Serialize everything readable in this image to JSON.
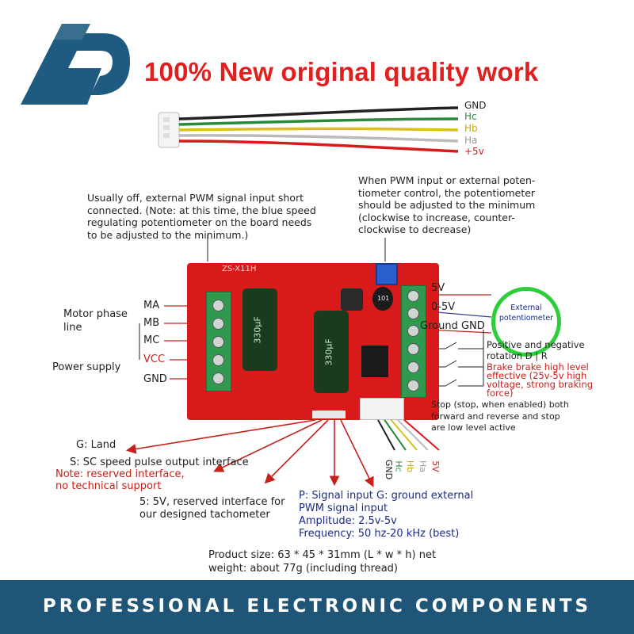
{
  "header": {
    "headline": "100% New original quality work"
  },
  "wires": [
    "GND",
    "Hc",
    "Hb",
    "Ha",
    "+5v"
  ],
  "wire_colors": {
    "GND": "#222222",
    "Hc": "#2a8a3a",
    "Hb": "#d8c21a",
    "Ha": "#bbbbbb",
    "+5v": "#d81a1a"
  },
  "notes": {
    "pwm_short_1": "Usually off, external PWM signal input short",
    "pwm_short_2": "connected. (Note: at this time, the blue speed",
    "pwm_short_3": "regulating potentiometer on the board needs",
    "pwm_short_4": "to be adjusted to the minimum.)",
    "pot_1": "When PWM input or external poten-",
    "pot_2": "tiometer control, the potentiometer",
    "pot_3": "should be adjusted to the minimum",
    "pot_4": "(clockwise to increase, counter-",
    "pot_5": "clockwise to decrease)"
  },
  "left_labels": {
    "motor_phase_1": "Motor phase",
    "motor_phase_2": "line",
    "ma": "MA",
    "mb": "MB",
    "mc": "MC",
    "power_supply": "Power supply",
    "vcc": "VCC",
    "gnd": "GND"
  },
  "board": {
    "silkscreen": "ZS-X11H",
    "cap_label": "330μF",
    "chip_label": "101"
  },
  "right_labels": {
    "five_v": "5V",
    "zero_five_v": "0-5V",
    "ground_gnd": "Ground GND",
    "ext_pot_1": "External",
    "ext_pot_2": "potentiometer",
    "dir_1": "Positive and negative",
    "dir_2": "rotation D | R",
    "brake_1": "Brake brake high level",
    "brake_2": "effective (25v-5v high",
    "brake_3": "voltage, strong braking",
    "brake_4": "force)",
    "stop_1": "Stop (stop, when enabled) both",
    "stop_2": "forward and reverse and stop",
    "stop_3": "are low level active"
  },
  "bottom_labels": {
    "g_land": "G: Land",
    "s_sc": "S: SC speed pulse output interface",
    "reserved_1": "Note: reserved interface,",
    "reserved_2": "no technical support",
    "five_v_1": "5: 5V, reserved interface for",
    "five_v_2": "our designed tachometer",
    "p_1": "P: Signal input G: ground external",
    "p_2": "PWM signal input",
    "amp": "Amplitude: 2.5v-5v",
    "freq": "Frequency: 50 hz-20 kHz (best)",
    "size_1": "Product size: 63 * 45 * 31mm (L * w * h) net",
    "size_2": "weight: about 77g (including thread)"
  },
  "hall_labels": [
    "GND",
    "Hc",
    "Hb",
    "Ha",
    "5V"
  ],
  "footer": {
    "banner": "PROFESSIONAL ELECTRONIC COMPONENTS"
  }
}
